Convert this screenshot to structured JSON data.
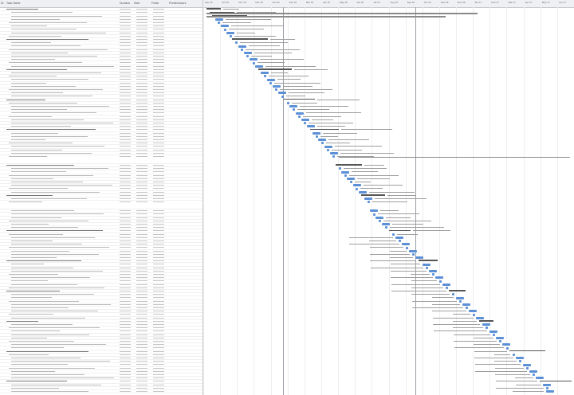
{
  "columns": {
    "id": "ID",
    "name": "Task Name",
    "duration": "Duration",
    "start": "Start",
    "finish": "Finish",
    "pred": "Predecessors"
  },
  "ticks": [
    "Sep 15",
    "Oct 15",
    "Nov 15",
    "Dec 15",
    "Jan 16",
    "Feb 16",
    "Mar 16",
    "Apr 16",
    "May 16",
    "Jun 16",
    "Jul 16",
    "Aug 16",
    "Sep 16",
    "Oct 16",
    "Nov 16",
    "Dec 16",
    "Jan 17",
    "Feb 17",
    "Mar 17",
    "Apr 17",
    "May 17",
    "Jun 17"
  ],
  "colors": {
    "bar": "#5b8fd6",
    "summary": "#555555",
    "grid": "#eeeeee",
    "today": "#9aa0a6"
  },
  "chart_label": "Gantt chart"
}
